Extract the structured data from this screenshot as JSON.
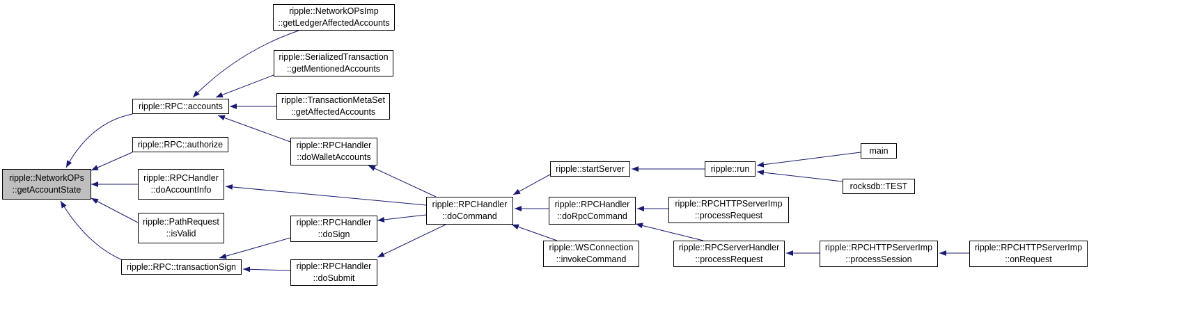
{
  "diagram": {
    "nodes": [
      {
        "id": "root",
        "lines": [
          "ripple::NetworkOPs",
          "::getAccountState"
        ],
        "highlight": true
      },
      {
        "id": "accounts",
        "lines": [
          "ripple::RPC::accounts"
        ]
      },
      {
        "id": "authorize",
        "lines": [
          "ripple::RPC::authorize"
        ]
      },
      {
        "id": "doAccountInfo",
        "lines": [
          "ripple::RPCHandler",
          "::doAccountInfo"
        ]
      },
      {
        "id": "isValid",
        "lines": [
          "ripple::PathRequest",
          "::isValid"
        ]
      },
      {
        "id": "transactionSign",
        "lines": [
          "ripple::RPC::transactionSign"
        ]
      },
      {
        "id": "getLedgerAffected",
        "lines": [
          "ripple::NetworkOPsImp",
          "::getLedgerAffectedAccounts"
        ]
      },
      {
        "id": "getMentioned",
        "lines": [
          "ripple::SerializedTransaction",
          "::getMentionedAccounts"
        ]
      },
      {
        "id": "getAffected",
        "lines": [
          "ripple::TransactionMetaSet",
          "::getAffectedAccounts"
        ]
      },
      {
        "id": "doWalletAccounts",
        "lines": [
          "ripple::RPCHandler",
          "::doWalletAccounts"
        ]
      },
      {
        "id": "doSign",
        "lines": [
          "ripple::RPCHandler",
          "::doSign"
        ]
      },
      {
        "id": "doSubmit",
        "lines": [
          "ripple::RPCHandler",
          "::doSubmit"
        ]
      },
      {
        "id": "doCommand",
        "lines": [
          "ripple::RPCHandler",
          "::doCommand"
        ]
      },
      {
        "id": "startServer",
        "lines": [
          "ripple::startServer"
        ]
      },
      {
        "id": "doRpcCommand",
        "lines": [
          "ripple::RPCHandler",
          "::doRpcCommand"
        ]
      },
      {
        "id": "invokeCommand",
        "lines": [
          "ripple::WSConnection",
          "::invokeCommand"
        ]
      },
      {
        "id": "run",
        "lines": [
          "ripple::run"
        ]
      },
      {
        "id": "main",
        "lines": [
          "main"
        ]
      },
      {
        "id": "rocksdbTest",
        "lines": [
          "rocksdb::TEST"
        ]
      },
      {
        "id": "httpProcessRequest",
        "lines": [
          "ripple::RPCHTTPServerImp",
          "::processRequest"
        ]
      },
      {
        "id": "serverHandlerProcessRequest",
        "lines": [
          "ripple::RPCServerHandler",
          "::processRequest"
        ]
      },
      {
        "id": "processSession",
        "lines": [
          "ripple::RPCHTTPServerImp",
          "::processSession"
        ]
      },
      {
        "id": "onRequest",
        "lines": [
          "ripple::RPCHTTPServerImp",
          "::onRequest"
        ]
      }
    ],
    "edges": [
      {
        "from": "accounts",
        "to": "root"
      },
      {
        "from": "authorize",
        "to": "root"
      },
      {
        "from": "doAccountInfo",
        "to": "root"
      },
      {
        "from": "isValid",
        "to": "root"
      },
      {
        "from": "transactionSign",
        "to": "root"
      },
      {
        "from": "getLedgerAffected",
        "to": "accounts"
      },
      {
        "from": "getMentioned",
        "to": "accounts"
      },
      {
        "from": "getAffected",
        "to": "accounts"
      },
      {
        "from": "doWalletAccounts",
        "to": "accounts"
      },
      {
        "from": "doSign",
        "to": "transactionSign"
      },
      {
        "from": "doSubmit",
        "to": "transactionSign"
      },
      {
        "from": "doCommand",
        "to": "doWalletAccounts"
      },
      {
        "from": "doCommand",
        "to": "doAccountInfo"
      },
      {
        "from": "doCommand",
        "to": "doSign"
      },
      {
        "from": "doCommand",
        "to": "doSubmit"
      },
      {
        "from": "startServer",
        "to": "doCommand"
      },
      {
        "from": "doRpcCommand",
        "to": "doCommand"
      },
      {
        "from": "invokeCommand",
        "to": "doCommand"
      },
      {
        "from": "run",
        "to": "startServer"
      },
      {
        "from": "main",
        "to": "run"
      },
      {
        "from": "rocksdbTest",
        "to": "run"
      },
      {
        "from": "httpProcessRequest",
        "to": "doRpcCommand"
      },
      {
        "from": "serverHandlerProcessRequest",
        "to": "doRpcCommand"
      },
      {
        "from": "processSession",
        "to": "serverHandlerProcessRequest"
      },
      {
        "from": "onRequest",
        "to": "processSession"
      }
    ],
    "colors": {
      "edge": "#191970",
      "root_fill": "#bfbfbf",
      "node_border": "#000000"
    }
  }
}
